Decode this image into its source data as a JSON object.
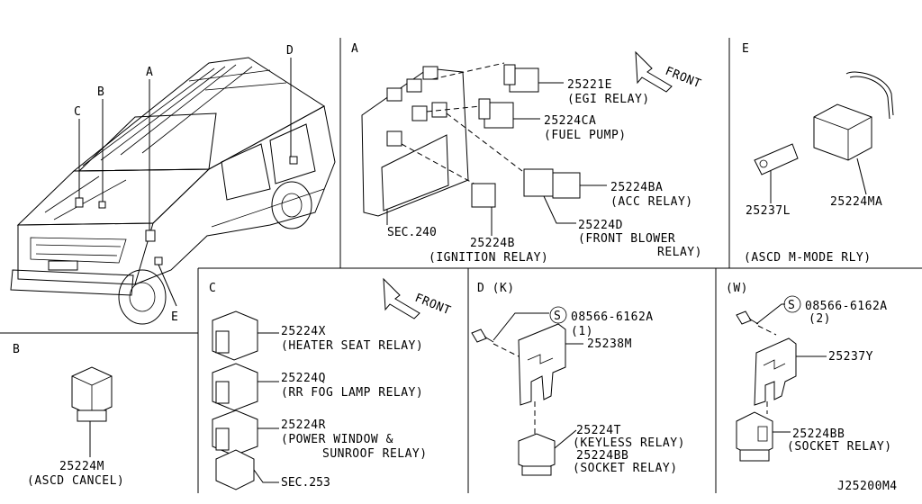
{
  "sections": {
    "A": "A",
    "B": "B",
    "C": "C",
    "D": "D (K)",
    "W": "(W)",
    "E": "E"
  },
  "vehicle": {
    "pointers": {
      "A": "A",
      "B": "B",
      "C": "C",
      "D": "D",
      "E": "E"
    }
  },
  "section_a": {
    "front": "FRONT",
    "sec240": "SEC.240",
    "parts": [
      {
        "num": "25221E",
        "name": "(EGI RELAY)"
      },
      {
        "num": "25224CA",
        "name": "(FUEL PUMP)"
      },
      {
        "num": "25224BA",
        "name": "(ACC RELAY)"
      },
      {
        "num": "25224D",
        "name": "(FRONT BLOWER",
        "name2": "RELAY)"
      },
      {
        "num": "25224B",
        "name": "(IGNITION RELAY)"
      }
    ]
  },
  "section_b": {
    "num": "25224M",
    "name": "(ASCD CANCEL)"
  },
  "section_c": {
    "front": "FRONT",
    "sec253": "SEC.253",
    "parts": [
      {
        "num": "25224X",
        "name": "(HEATER SEAT RELAY)"
      },
      {
        "num": "25224Q",
        "name": "(RR FOG LAMP RELAY)"
      },
      {
        "num": "25224R",
        "name": "(POWER WINDOW &",
        "name2": "SUNROOF RELAY)"
      }
    ]
  },
  "section_d": {
    "screw_num": "08566-6162A",
    "screw_qty": "(1)",
    "bracket": "25238M",
    "relay_num": "25224T",
    "relay_name": "(KEYLESS RELAY)",
    "socket_num": "25224BB",
    "socket_name": "(SOCKET RELAY)"
  },
  "section_w": {
    "screw_num": "08566-6162A",
    "screw_qty": "(2)",
    "bracket": "25237Y",
    "socket_num": "25224BB",
    "socket_name": "(SOCKET RELAY)"
  },
  "section_e": {
    "num_l": "25237L",
    "num_ma": "25224MA",
    "name": "(ASCD M-MODE RLY)"
  },
  "screw_symbol": "S",
  "diagram_id": "J25200M4"
}
